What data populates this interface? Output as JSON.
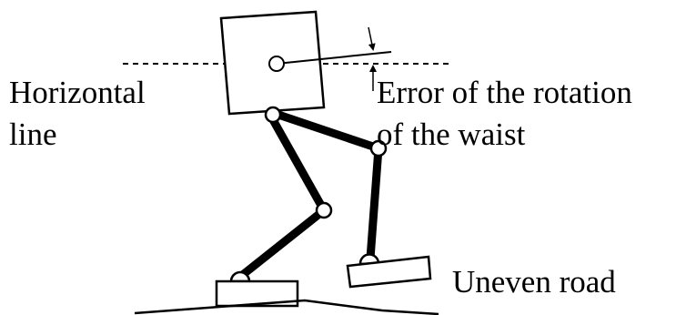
{
  "labels": {
    "horizontal_line_1": "Horizontal",
    "horizontal_line_2": "line",
    "error_1": "Error of the rotation",
    "error_2": "of the waist",
    "uneven_road": "Uneven road"
  },
  "colors": {
    "stroke": "#000000",
    "background": "#ffffff"
  }
}
